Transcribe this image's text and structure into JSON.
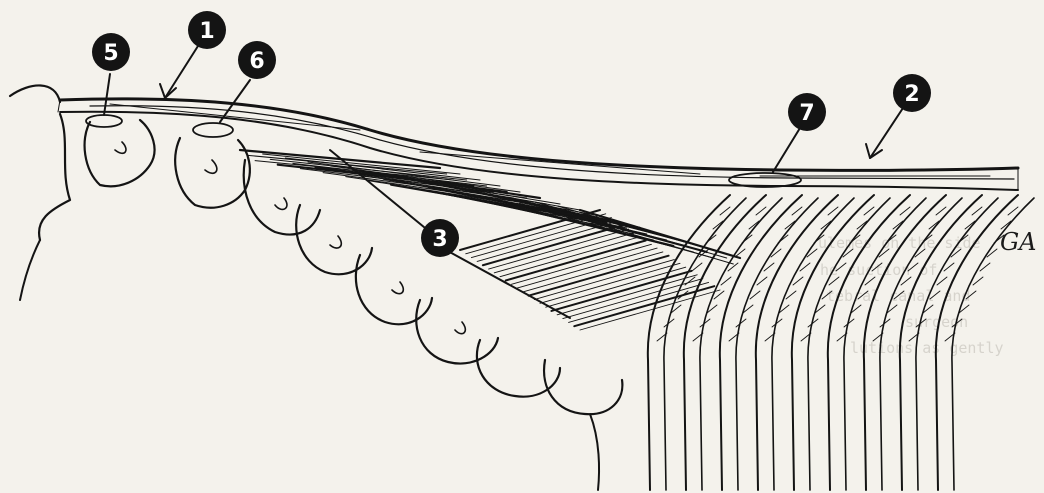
{
  "markers": [
    {
      "id": "m1",
      "label": "1",
      "meaning": "pointer"
    },
    {
      "id": "m2",
      "label": "2",
      "meaning": "pointer"
    },
    {
      "id": "m3",
      "label": "3",
      "meaning": "pointer"
    },
    {
      "id": "m5",
      "label": "5",
      "meaning": "pointer"
    },
    {
      "id": "m6",
      "label": "6",
      "meaning": "pointer"
    },
    {
      "id": "m7",
      "label": "7",
      "meaning": "pointer"
    }
  ],
  "signature": "GA",
  "bleed_through_text": [
    "ulemes on the side",
    "he suction of",
    "tebral canal and",
    "surgeon",
    "lutions as gently"
  ],
  "colors": {
    "ink": "#141414",
    "paper": "#f4f2ec",
    "bleed": "#d6d3cc"
  }
}
